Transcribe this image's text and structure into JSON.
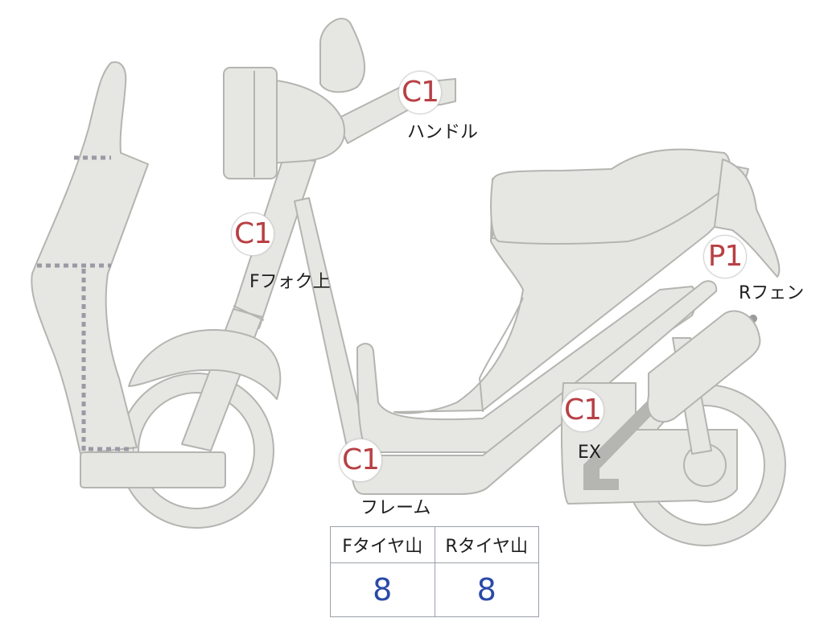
{
  "markers": [
    {
      "id": "handle",
      "code": "C1",
      "label": "ハンドル"
    },
    {
      "id": "front-fork",
      "code": "C1",
      "label": "Fフォク上"
    },
    {
      "id": "frame",
      "code": "C1",
      "label": "フレーム"
    },
    {
      "id": "exhaust",
      "code": "C1",
      "label": "EX"
    },
    {
      "id": "rear-fender",
      "code": "P1",
      "label": "Rフェン"
    }
  ],
  "tread": {
    "headers": [
      "Fタイヤ山",
      "Rタイヤ山"
    ],
    "values": [
      "8",
      "8"
    ]
  },
  "colors": {
    "body_fill": "#e6e6e2",
    "outline": "#b4b4b0",
    "code_text": "#b84045",
    "table_value": "#2a4aa8",
    "dashed_panel": "#9a9aa6"
  }
}
